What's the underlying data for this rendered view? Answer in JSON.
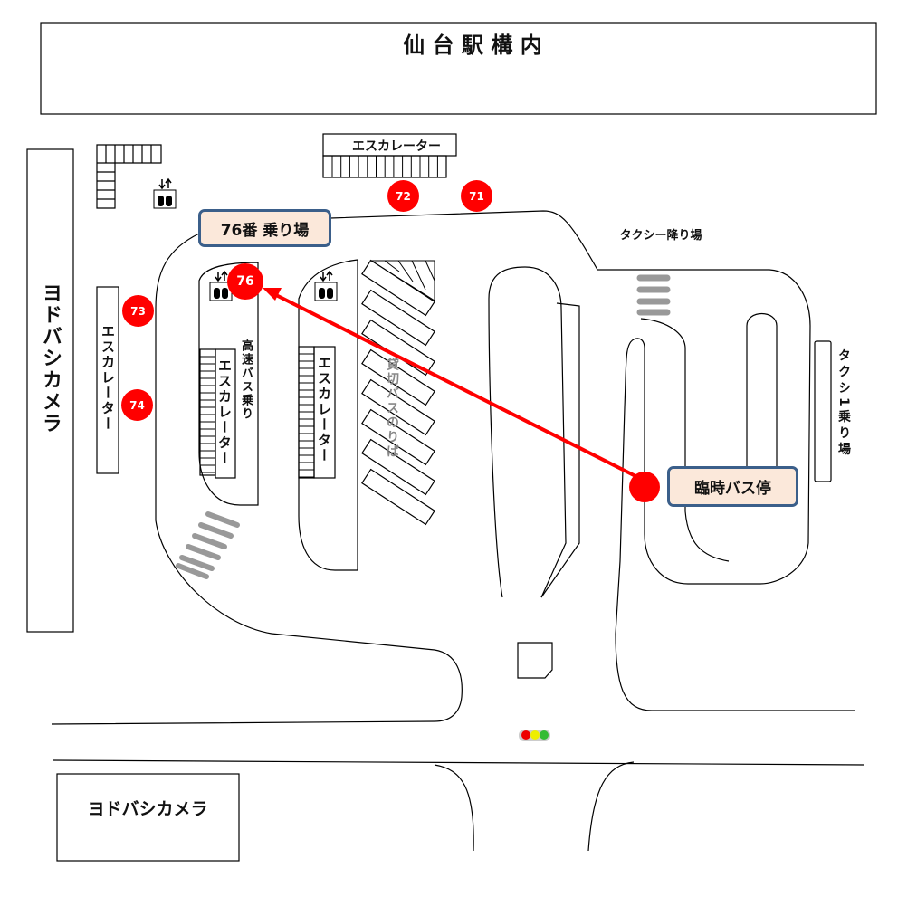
{
  "title": "仙 台 駅 構 内",
  "escalator_label": "エスカレーター",
  "yodobashi_side": "ヨドバシカメラ",
  "yodobashi_bottom": "ヨドバシカメラ",
  "highway_bus": "高速バス乗り",
  "charter_bus": "貸切バスのりば",
  "taxi_dropoff": "タクシー降り場",
  "taxi_pickup": "タクシ1乗り場",
  "platform_76": "76番  乗り場",
  "temp_stop": "臨時バス停",
  "stops": [
    "71",
    "72",
    "73",
    "74",
    "76"
  ],
  "colors": {
    "marker": "#ff0000",
    "label_bg": "#fbe8da",
    "label_border": "#3b5f8a"
  }
}
